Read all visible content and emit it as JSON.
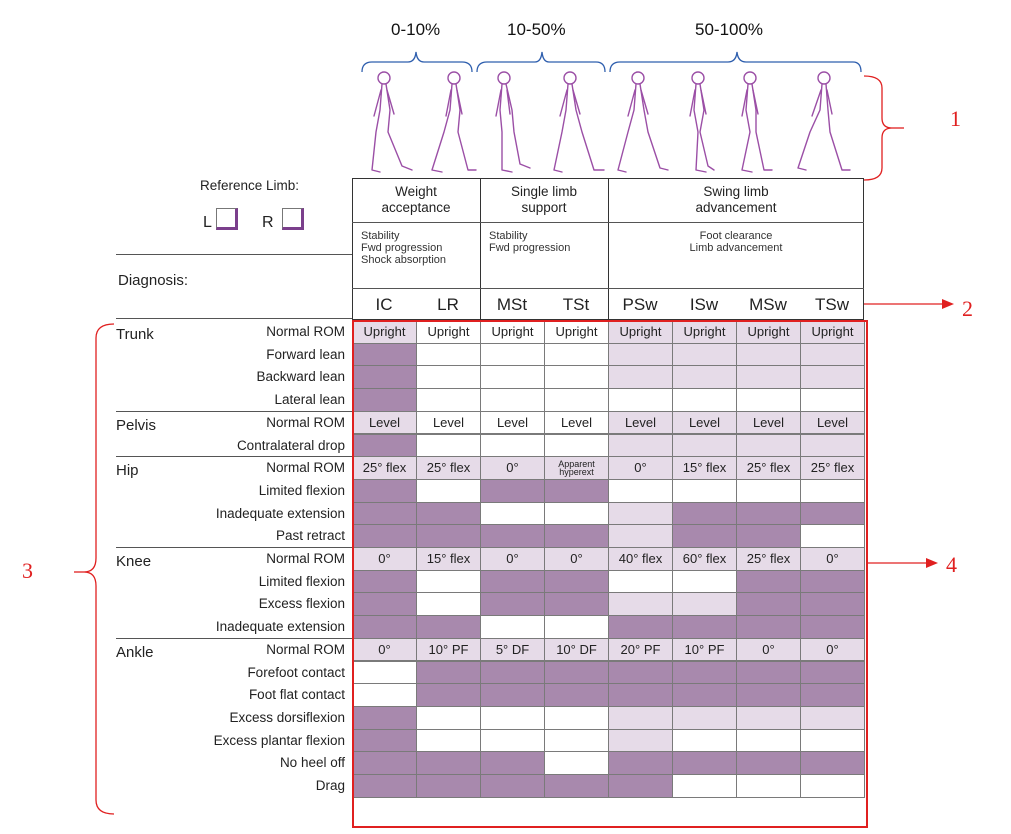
{
  "percent_ranges": [
    "0-10%",
    "10-50%",
    "50-100%"
  ],
  "annotations": [
    "1",
    "2",
    "3",
    "4"
  ],
  "reference": {
    "label": "Reference Limb:",
    "left": "L",
    "right": "R"
  },
  "diagnosis_label": "Diagnosis:",
  "phases": [
    {
      "title_1": "Weight",
      "title_2": "acceptance",
      "goals": [
        "Stability",
        "Fwd progression",
        "Shock absorption"
      ]
    },
    {
      "title_1": "Single limb",
      "title_2": "support",
      "goals": [
        "Stability",
        "Fwd progression"
      ]
    },
    {
      "title_1": "Swing limb",
      "title_2": "advancement",
      "goals": [
        "Foot clearance",
        "Limb advancement"
      ]
    }
  ],
  "subphases": [
    "IC",
    "LR",
    "MSt",
    "TSt",
    "PSw",
    "ISw",
    "MSw",
    "TSw"
  ],
  "colors": {
    "dark": "#a889ad",
    "light": "#e6dbe8",
    "annotation": "#e02020",
    "figure": "#9b4fa6"
  },
  "groups": [
    {
      "name": "Trunk",
      "rows": [
        {
          "label": "Normal ROM",
          "cells": [
            "Upright",
            "Upright",
            "Upright",
            "Upright",
            "Upright",
            "Upright",
            "Upright",
            "Upright"
          ],
          "shade": [
            "L",
            "W",
            "W",
            "W",
            "L",
            "L",
            "L",
            "L"
          ]
        },
        {
          "label": "Forward lean",
          "cells": [
            "",
            "",
            "",
            "",
            "",
            "",
            "",
            ""
          ],
          "shade": [
            "D",
            "W",
            "W",
            "W",
            "L",
            "L",
            "L",
            "L"
          ]
        },
        {
          "label": "Backward lean",
          "cells": [
            "",
            "",
            "",
            "",
            "",
            "",
            "",
            ""
          ],
          "shade": [
            "D",
            "W",
            "W",
            "W",
            "L",
            "L",
            "L",
            "L"
          ]
        },
        {
          "label": "Lateral lean",
          "cells": [
            "",
            "",
            "",
            "",
            "",
            "",
            "",
            ""
          ],
          "shade": [
            "D",
            "W",
            "W",
            "W",
            "W",
            "W",
            "W",
            "W"
          ]
        }
      ]
    },
    {
      "name": "Pelvis",
      "rows": [
        {
          "label": "Normal ROM",
          "cells": [
            "Level",
            "Level",
            "Level",
            "Level",
            "Level",
            "Level",
            "Level",
            "Level"
          ],
          "shade": [
            "L",
            "W",
            "W",
            "W",
            "L",
            "L",
            "L",
            "L"
          ]
        },
        {
          "label": "Contralateral drop",
          "cells": [
            "",
            "",
            "",
            "",
            "",
            "",
            "",
            ""
          ],
          "shade": [
            "D",
            "W",
            "W",
            "W",
            "L",
            "L",
            "L",
            "L"
          ]
        }
      ]
    },
    {
      "name": "Hip",
      "rows": [
        {
          "label": "Normal ROM",
          "cells": [
            "25° flex",
            "25° flex",
            "0°",
            "Apparent hyperext",
            "0°",
            "15° flex",
            "25° flex",
            "25° flex"
          ],
          "shade": [
            "L",
            "L",
            "L",
            "L",
            "L",
            "L",
            "L",
            "L"
          ]
        },
        {
          "label": "Limited flexion",
          "cells": [
            "",
            "",
            "",
            "",
            "",
            "",
            "",
            ""
          ],
          "shade": [
            "D",
            "W",
            "D",
            "D",
            "W",
            "W",
            "W",
            "W"
          ]
        },
        {
          "label": "Inadequate extension",
          "cells": [
            "",
            "",
            "",
            "",
            "",
            "",
            "",
            ""
          ],
          "shade": [
            "D",
            "D",
            "W",
            "W",
            "L",
            "D",
            "D",
            "D"
          ]
        },
        {
          "label": "Past retract",
          "cells": [
            "",
            "",
            "",
            "",
            "",
            "",
            "",
            ""
          ],
          "shade": [
            "D",
            "D",
            "D",
            "D",
            "L",
            "D",
            "D",
            "W"
          ]
        }
      ]
    },
    {
      "name": "Knee",
      "rows": [
        {
          "label": "Normal ROM",
          "cells": [
            "0°",
            "15° flex",
            "0°",
            "0°",
            "40° flex",
            "60° flex",
            "25° flex",
            "0°"
          ],
          "shade": [
            "L",
            "L",
            "L",
            "L",
            "L",
            "L",
            "L",
            "L"
          ]
        },
        {
          "label": "Limited flexion",
          "cells": [
            "",
            "",
            "",
            "",
            "",
            "",
            "",
            ""
          ],
          "shade": [
            "D",
            "W",
            "D",
            "D",
            "W",
            "W",
            "D",
            "D"
          ]
        },
        {
          "label": "Excess flexion",
          "cells": [
            "",
            "",
            "",
            "",
            "",
            "",
            "",
            ""
          ],
          "shade": [
            "D",
            "W",
            "D",
            "D",
            "L",
            "L",
            "D",
            "D"
          ]
        },
        {
          "label": "Inadequate extension",
          "cells": [
            "",
            "",
            "",
            "",
            "",
            "",
            "",
            ""
          ],
          "shade": [
            "D",
            "D",
            "W",
            "W",
            "D",
            "D",
            "D",
            "D"
          ]
        }
      ]
    },
    {
      "name": "Ankle",
      "rows": [
        {
          "label": "Normal ROM",
          "cells": [
            "0°",
            "10° PF",
            "5° DF",
            "10° DF",
            "20° PF",
            "10° PF",
            "0°",
            "0°"
          ],
          "shade": [
            "L",
            "L",
            "L",
            "L",
            "L",
            "L",
            "L",
            "L"
          ]
        },
        {
          "label": "Forefoot contact",
          "cells": [
            "",
            "",
            "",
            "",
            "",
            "",
            "",
            ""
          ],
          "shade": [
            "W",
            "D",
            "D",
            "D",
            "D",
            "D",
            "D",
            "D"
          ]
        },
        {
          "label": "Foot flat contact",
          "cells": [
            "",
            "",
            "",
            "",
            "",
            "",
            "",
            ""
          ],
          "shade": [
            "W",
            "D",
            "D",
            "D",
            "D",
            "D",
            "D",
            "D"
          ]
        },
        {
          "label": "Excess dorsiflexion",
          "cells": [
            "",
            "",
            "",
            "",
            "",
            "",
            "",
            ""
          ],
          "shade": [
            "D",
            "W",
            "W",
            "W",
            "L",
            "L",
            "L",
            "L"
          ]
        },
        {
          "label": "Excess plantar flexion",
          "cells": [
            "",
            "",
            "",
            "",
            "",
            "",
            "",
            ""
          ],
          "shade": [
            "D",
            "W",
            "W",
            "W",
            "L",
            "W",
            "W",
            "W"
          ]
        },
        {
          "label": "No heel off",
          "cells": [
            "",
            "",
            "",
            "",
            "",
            "",
            "",
            ""
          ],
          "shade": [
            "D",
            "D",
            "D",
            "W",
            "D",
            "D",
            "D",
            "D"
          ]
        },
        {
          "label": "Drag",
          "cells": [
            "",
            "",
            "",
            "",
            "",
            "",
            "",
            ""
          ],
          "shade": [
            "D",
            "D",
            "D",
            "D",
            "D",
            "W",
            "W",
            "W"
          ]
        }
      ]
    }
  ]
}
